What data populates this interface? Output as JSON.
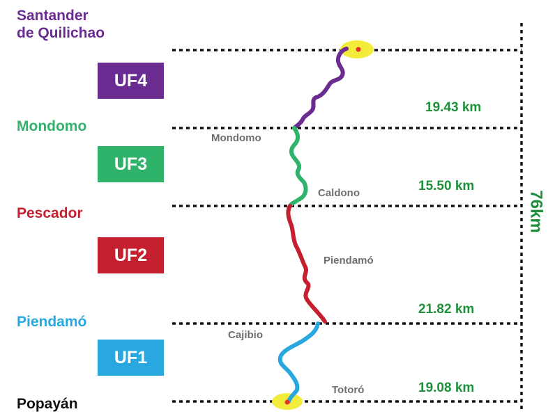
{
  "endpoints": {
    "top": "Santander de Quilichao",
    "top_line1": "Santander",
    "top_line2": "de Quilichao",
    "bottom": "Popayán"
  },
  "sections": [
    {
      "id": "UF4",
      "label": "UF4",
      "from": "Mondomo",
      "to": "Santander de Quilichao",
      "distance": "19.43 km",
      "color": "#6a2c91"
    },
    {
      "id": "UF3",
      "label": "UF3",
      "from": "Pescador",
      "to": "Mondomo",
      "distance": "15.50 km",
      "color": "#2fb36b"
    },
    {
      "id": "UF2",
      "label": "UF2",
      "from": "Piendamó",
      "to": "Pescador",
      "distance": "21.82 km",
      "color": "#c42030"
    },
    {
      "id": "UF1",
      "label": "UF1",
      "from": "Popayán",
      "to": "Piendamó",
      "distance": "19.08 km",
      "color": "#29a8e0"
    }
  ],
  "boundary_labels": {
    "mondomo": "Mondomo",
    "pescador": "Pescador",
    "piendamo": "Piendamó"
  },
  "towns": {
    "mondomo": "Mondomo",
    "caldono": "Caldono",
    "piendamo": "Piendamó",
    "cajibio": "Cajibio",
    "totoro": "Totoró"
  },
  "total_length": "76km",
  "colors": {
    "uf4": "#6a2c91",
    "uf3": "#2fb36b",
    "uf2": "#c42030",
    "uf1": "#29a8e0",
    "distance_text": "#1e8f3a",
    "town_text": "#6f6f6f",
    "endpoint_marker": "#f4ec3a",
    "endpoint_dot": "#e8332a"
  }
}
